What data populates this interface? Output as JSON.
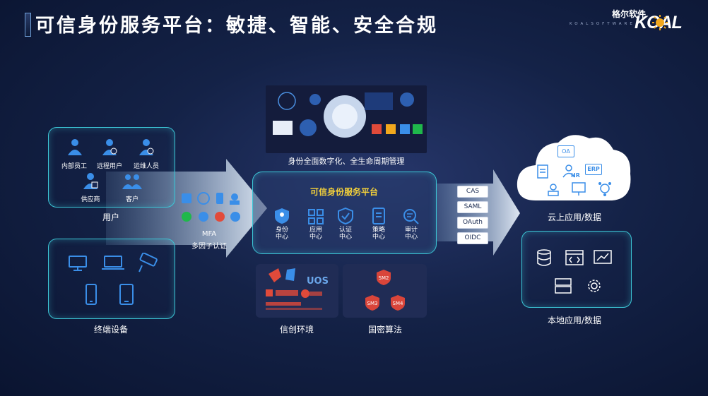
{
  "header": {
    "title": "可信身份服务平台：敏捷、智能、安全合规",
    "logo_cn": "格尔软件",
    "logo_sub": "KOALSOFTWARE",
    "logo_main": "KOAL"
  },
  "users_panel": {
    "items": [
      "内部员工",
      "远程用户",
      "运维人员",
      "供应商",
      "客户"
    ],
    "label": "用户"
  },
  "devices_panel": {
    "label": "终端设备"
  },
  "mfa": {
    "line1": "MFA",
    "line2": "多因子认证"
  },
  "top_image": {
    "caption": "身份全面数字化、全生命周期管理"
  },
  "platform": {
    "title": "可信身份服务平台",
    "modules": [
      "身份中心",
      "应用中心",
      "认证中心",
      "策略中心",
      "审计中心"
    ]
  },
  "protocols": [
    "CAS",
    "SAML",
    "OAuth",
    "OIDC"
  ],
  "xinchuang": {
    "label": "信创环境",
    "logo_text": "UOS"
  },
  "crypto": {
    "label": "国密算法",
    "badges": [
      "SM2",
      "SM3",
      "SM4"
    ]
  },
  "cloud": {
    "label": "云上应用/数据",
    "tags": [
      "OA",
      "HR",
      "ERP"
    ]
  },
  "local": {
    "label": "本地应用/数据"
  },
  "colors": {
    "accent": "#3cc6d6",
    "platform_title": "#f4d13a",
    "icon_blue": "#3a8ee8",
    "badge_red": "#d9453a"
  }
}
